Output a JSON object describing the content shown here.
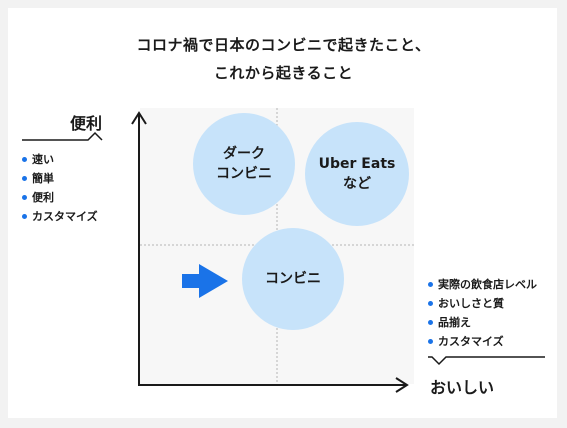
{
  "title": {
    "line1": "コロナ禍で日本のコンビニで起きたこと、",
    "line2": "これから起きること"
  },
  "y_axis": {
    "label": "便利",
    "items": [
      "速い",
      "簡単",
      "便利",
      "カスタマイズ"
    ]
  },
  "x_axis": {
    "label": "おいしい",
    "items": [
      "実際の飲食店レベル",
      "おいしさと質",
      "品揃え",
      "カスタマイズ"
    ]
  },
  "circles": {
    "dark_konbini": {
      "line1": "ダーク",
      "line2": "コンビニ"
    },
    "uber_eats": {
      "line1": "Uber Eats",
      "line2": "など"
    },
    "konbini": {
      "label": "コンビニ"
    }
  },
  "colors": {
    "accent": "#1a73e8",
    "circle_fill": "#c7e3fa",
    "quadrant_bg": "#f7f7f7",
    "axis": "#1a1a1a"
  },
  "icons": {
    "arrow": "right-arrow-icon"
  }
}
